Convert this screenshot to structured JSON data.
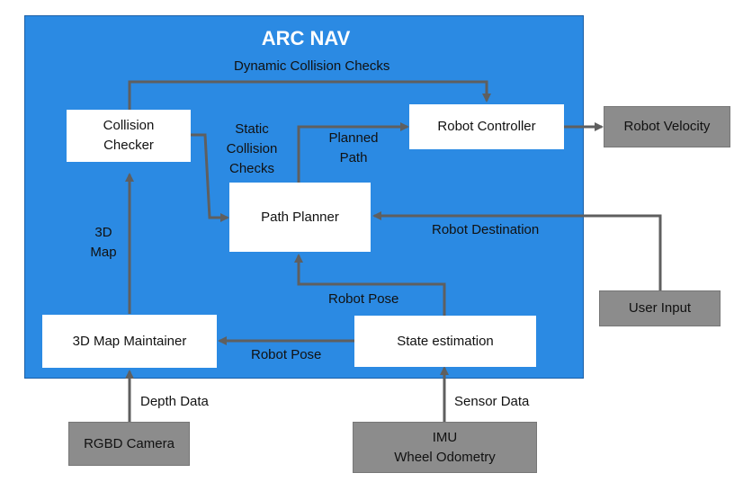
{
  "diagram": {
    "title": "ARC NAV",
    "nodes": {
      "collision_checker": "Collision\nChecker",
      "robot_controller": "Robot Controller",
      "path_planner": "Path Planner",
      "map_maintainer": "3D Map Maintainer",
      "state_estimation": "State estimation",
      "robot_velocity": "Robot Velocity",
      "user_input": "User Input",
      "rgbd_camera": "RGBD Camera",
      "imu": "IMU\nWheel Odometry"
    },
    "edge_labels": {
      "dynamic_collision_checks": "Dynamic Collision Checks",
      "static_collision_checks": "Static\nCollision\nChecks",
      "planned_path": "Planned\nPath",
      "map_3d": "3D\nMap",
      "robot_destination": "Robot Destination",
      "robot_pose_up": "Robot Pose",
      "robot_pose_left": "Robot Pose",
      "depth_data": "Depth Data",
      "sensor_data": "Sensor Data"
    },
    "colors": {
      "panel": "#2b8ae3",
      "node_white": "#ffffff",
      "node_grey": "#8c8c8c",
      "arrow": "#5f5f5f"
    }
  }
}
